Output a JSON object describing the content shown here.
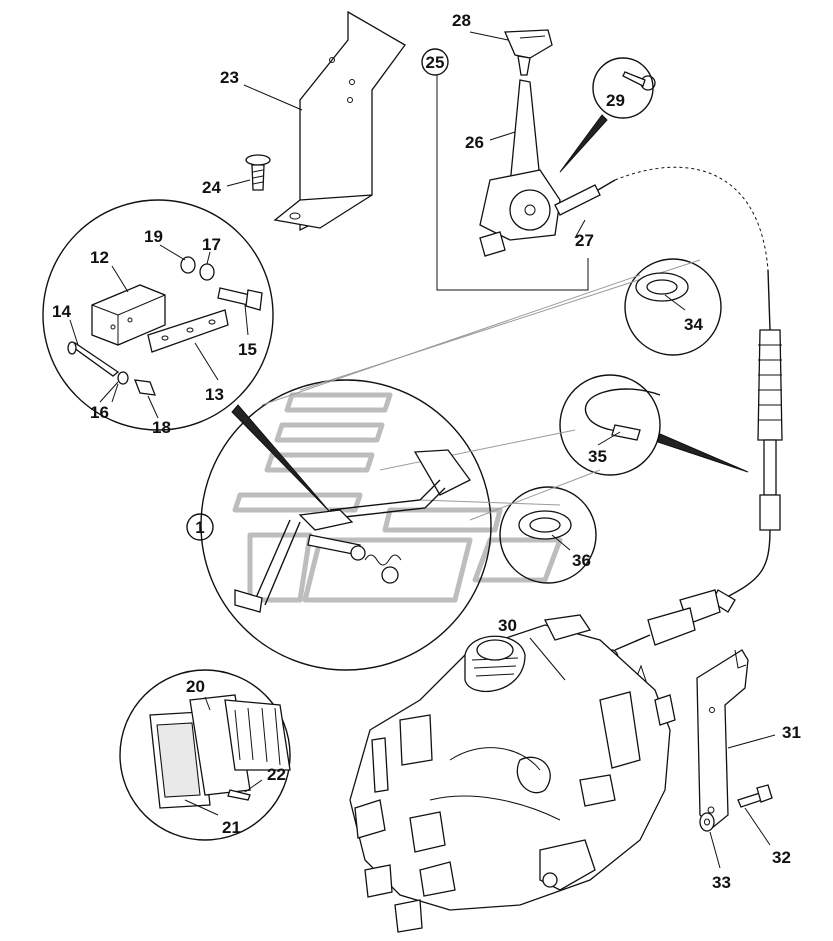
{
  "diagram": {
    "callouts": {
      "c1": "1",
      "c12": "12",
      "c13": "13",
      "c14": "14",
      "c15": "15",
      "c16": "16",
      "c17": "17",
      "c18": "18",
      "c19": "19",
      "c20": "20",
      "c21": "21",
      "c22": "22",
      "c23": "23",
      "c24": "24",
      "c25": "25",
      "c26": "26",
      "c27": "27",
      "c28": "28",
      "c29": "29",
      "c30": "30",
      "c31": "31",
      "c32": "32",
      "c33": "33",
      "c34": "34",
      "c35": "35",
      "c36": "36"
    },
    "colors": {
      "ink": "#111111",
      "watermark": "#bdbdbd",
      "background": "#ffffff"
    }
  }
}
